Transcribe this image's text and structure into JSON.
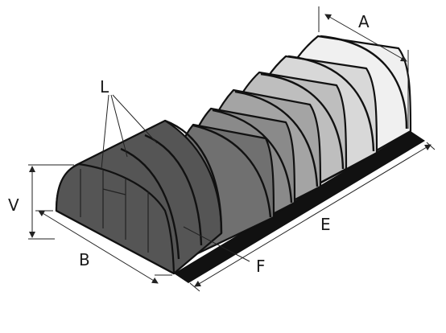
{
  "labels": {
    "A": "A",
    "L": "L",
    "V": "V",
    "E": "E",
    "B": "B",
    "F": "F"
  },
  "segment_shades": [
    "#555555",
    "#707070",
    "#8a8a8a",
    "#a4a4a4",
    "#bebebe",
    "#d8d8d8",
    "#f0f0f0"
  ]
}
